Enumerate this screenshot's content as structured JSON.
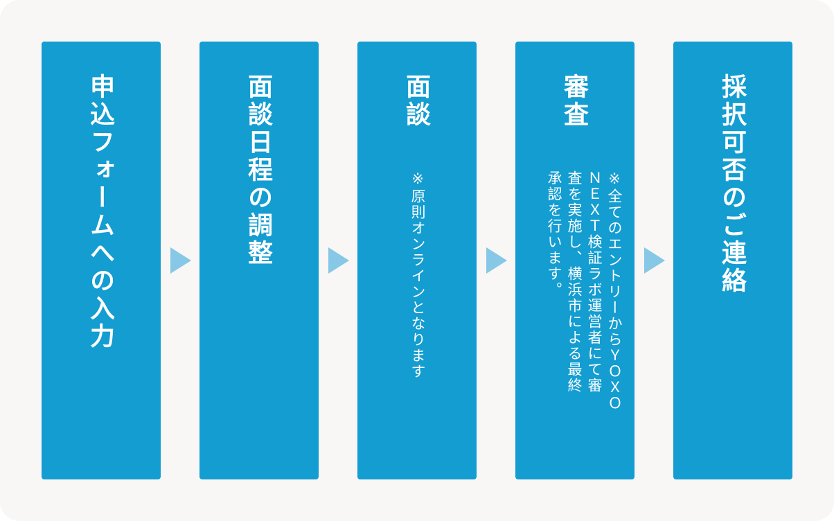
{
  "steps": [
    {
      "title": "申込フォームへの入力"
    },
    {
      "title": "面談日程の調整"
    },
    {
      "title": "面談",
      "note": "※原則オンラインとなります"
    },
    {
      "title": "審査",
      "note_lines": [
        "※全てのエントリーからＹＯＸＯ",
        "ＮＥＸＴ検証ラボ運営者にて審",
        "査を実施し、横浜市による最終",
        "承認を行います。"
      ]
    },
    {
      "title": "採択可否のご連絡"
    }
  ],
  "colors": {
    "box": "#139dd1",
    "arrow": "#86c8e5",
    "background": "#f8f7f6",
    "text": "#ffffff"
  }
}
